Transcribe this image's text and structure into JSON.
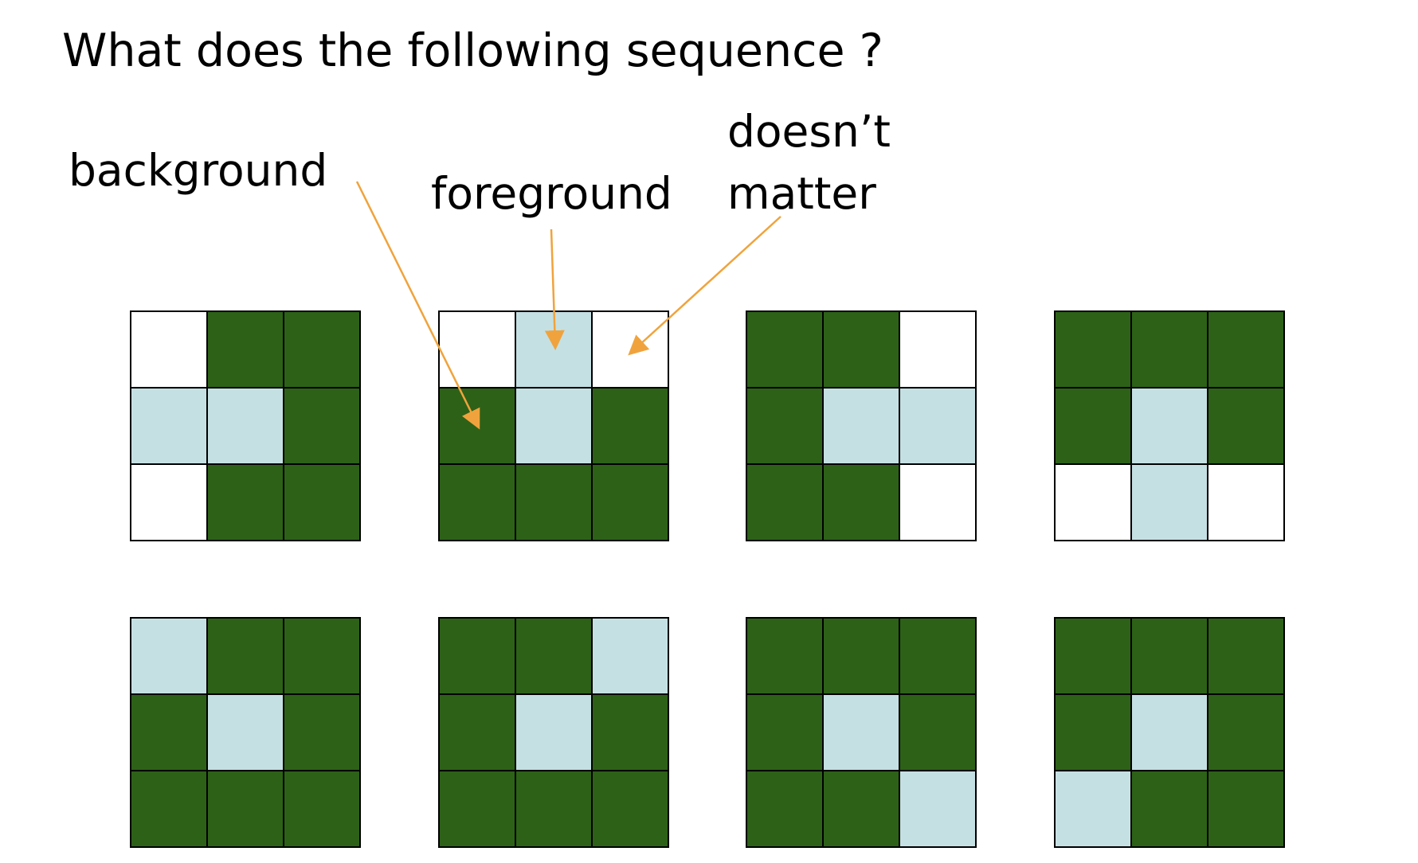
{
  "title": "What does the following sequence ?",
  "labels": {
    "background": "background",
    "foreground": "foreground",
    "doesnt_matter_line1": "doesn’t",
    "doesnt_matter_line2": "matter"
  },
  "colors": {
    "background_cell": "#2d6118",
    "foreground_cell": "#c5e0e3",
    "doesnt_matter_cell": "#ffffff",
    "arrow": "#f0a33c"
  },
  "legend": {
    "bg": "background",
    "fg": "foreground",
    "dc": "doesn’t matter"
  },
  "kernels": [
    [
      [
        "dc",
        "bg",
        "bg"
      ],
      [
        "fg",
        "fg",
        "bg"
      ],
      [
        "dc",
        "bg",
        "bg"
      ]
    ],
    [
      [
        "dc",
        "fg",
        "dc"
      ],
      [
        "bg",
        "fg",
        "bg"
      ],
      [
        "bg",
        "bg",
        "bg"
      ]
    ],
    [
      [
        "bg",
        "bg",
        "dc"
      ],
      [
        "bg",
        "fg",
        "fg"
      ],
      [
        "bg",
        "bg",
        "dc"
      ]
    ],
    [
      [
        "bg",
        "bg",
        "bg"
      ],
      [
        "bg",
        "fg",
        "bg"
      ],
      [
        "dc",
        "fg",
        "dc"
      ]
    ],
    [
      [
        "fg",
        "bg",
        "bg"
      ],
      [
        "bg",
        "fg",
        "bg"
      ],
      [
        "bg",
        "bg",
        "bg"
      ]
    ],
    [
      [
        "bg",
        "bg",
        "fg"
      ],
      [
        "bg",
        "fg",
        "bg"
      ],
      [
        "bg",
        "bg",
        "bg"
      ]
    ],
    [
      [
        "bg",
        "bg",
        "bg"
      ],
      [
        "bg",
        "fg",
        "bg"
      ],
      [
        "bg",
        "bg",
        "fg"
      ]
    ],
    [
      [
        "bg",
        "bg",
        "bg"
      ],
      [
        "bg",
        "fg",
        "bg"
      ],
      [
        "fg",
        "bg",
        "bg"
      ]
    ]
  ]
}
